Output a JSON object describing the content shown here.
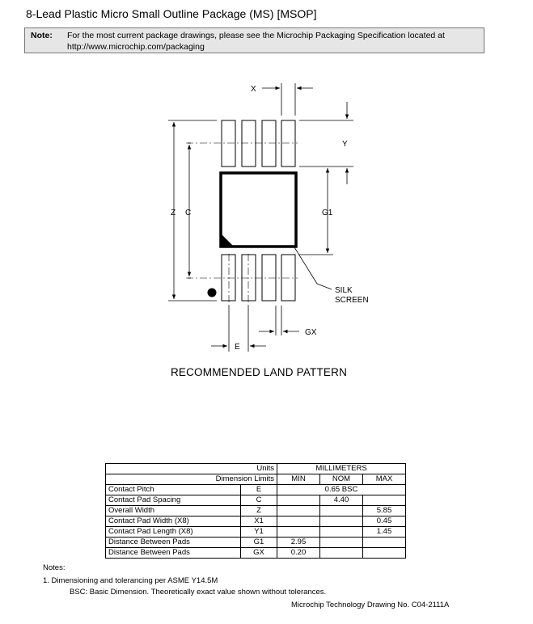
{
  "title": "8-Lead Plastic Micro Small Outline Package (MS)  [MSOP]",
  "note": {
    "label": "Note:",
    "text": "For the most current package drawings, please see the Microchip Packaging Specification located at http://www.microchip.com/packaging"
  },
  "drawing": {
    "labels": {
      "x": "X",
      "y": "Y",
      "z": "Z",
      "c": "C",
      "g1": "G1",
      "e": "E",
      "gx": "GX",
      "silk_line1": "SILK",
      "silk_line2": "SCREEN"
    },
    "caption": "RECOMMENDED LAND PATTERN"
  },
  "table": {
    "units_label": "Units",
    "units_value": "MILLIMETERS",
    "limits_label": "Dimension Limits",
    "col_min": "MIN",
    "col_nom": "NOM",
    "col_max": "MAX",
    "rows": [
      {
        "name": "Contact Pitch",
        "symbol": "E",
        "min": "",
        "nom": "0.65 BSC",
        "max": ""
      },
      {
        "name": "Contact Pad Spacing",
        "symbol": "C",
        "min": "",
        "nom": "4.40",
        "max": ""
      },
      {
        "name": "Overall Width",
        "symbol": "Z",
        "min": "",
        "nom": "",
        "max": "5.85"
      },
      {
        "name": "Contact Pad Width (X8)",
        "symbol": "X1",
        "min": "",
        "nom": "",
        "max": "0.45"
      },
      {
        "name": "Contact Pad Length (X8)",
        "symbol": "Y1",
        "min": "",
        "nom": "",
        "max": "1.45"
      },
      {
        "name": "Distance Between Pads",
        "symbol": "G1",
        "min": "2.95",
        "nom": "",
        "max": ""
      },
      {
        "name": "Distance Between Pads",
        "symbol": "GX",
        "min": "0.20",
        "nom": "",
        "max": ""
      }
    ]
  },
  "notes": {
    "heading": "Notes:",
    "item1": "1.  Dimensioning and tolerancing per ASME Y14.5M",
    "item2": "BSC: Basic Dimension. Theoretically exact value shown without tolerances."
  },
  "footer": "Microchip Technology Drawing No. C04-2111A"
}
